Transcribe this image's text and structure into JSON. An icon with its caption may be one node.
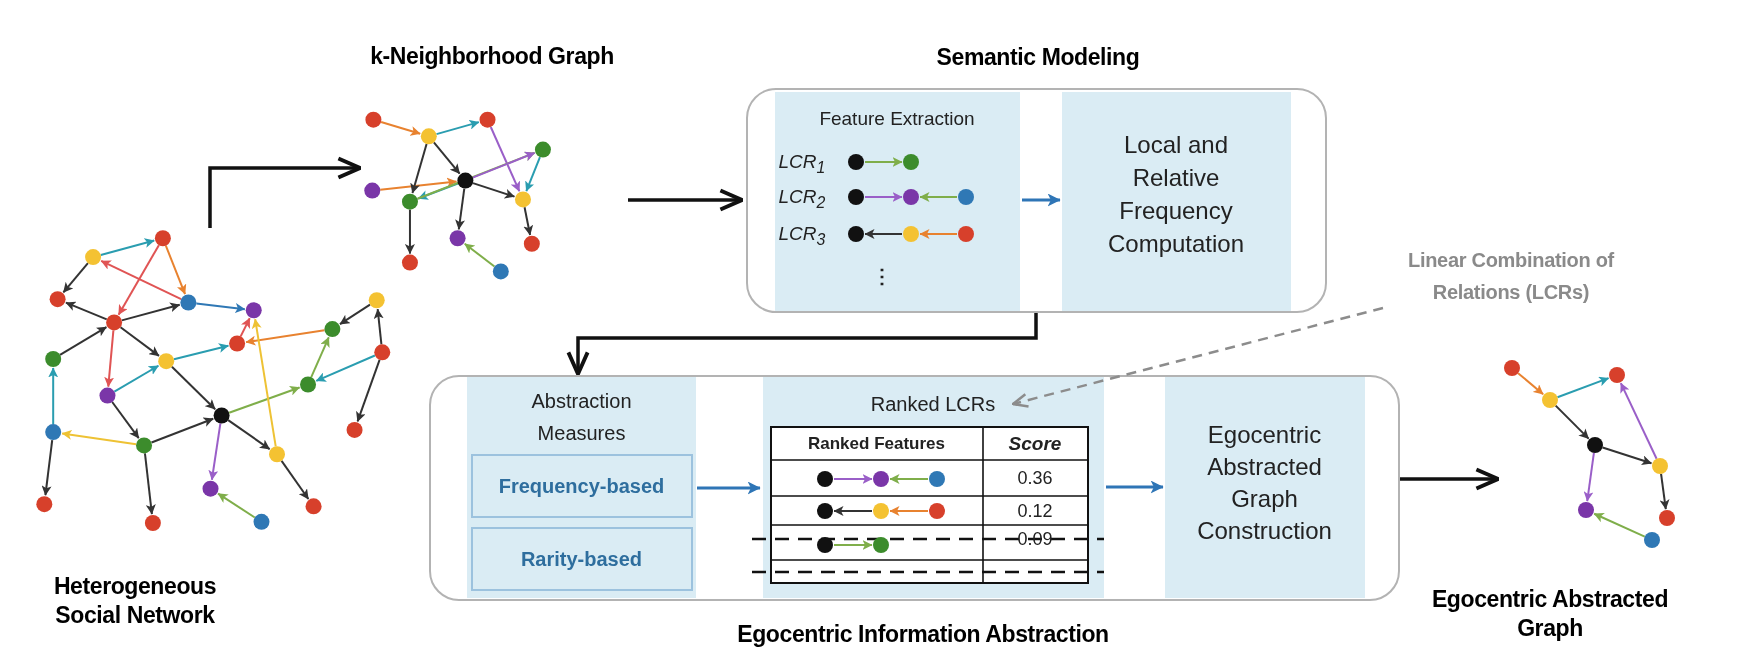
{
  "diagram": {
    "nodes": [
      {
        "text": [],
        "shape": "picture",
        "beside": [
          "Heterogeneous Social Network"
        ]
      },
      {
        "text": [],
        "shape": "picture",
        "beside": [
          "k-Neighborhood Graph"
        ]
      },
      {
        "text": [
          "Semantic Modeling"
        ]
      },
      {
        "text": [
          "Feature Extraction",
          "LCR$_{1}$",
          "LCR$_{2}$",
          "LCR$_{3}$",
          "⋮"
        ],
        "in": 2
      },
      {
        "text": [
          "Local and Relative Frequency Computation"
        ],
        "in": 2
      },
      {
        "text": [
          "Egocentric Information Abstraction"
        ]
      },
      {
        "text": [
          "Abstraction Measures"
        ],
        "in": 5
      },
      {
        "text": [
          "Frequency-based"
        ],
        "in": 6
      },
      {
        "text": [
          "Rarity-based"
        ],
        "in": 6
      },
      {
        "text": [
          "Ranked LCRs"
        ],
        "in": 5
      },
      {
        "text": [
          "Egocentric Abstracted Graph Construction"
        ],
        "in": 5
      },
      {
        "text": [],
        "shape": "picture",
        "beside": [
          "Egocentric Abstracted Graph"
        ]
      },
      {
        "text": [
          "Linear Combination of Relations (LCRs)"
        ]
      }
    ],
    "edges": [
      {
        "from": 0,
        "to": 1,
        "arrow": "to"
      },
      {
        "from": 1,
        "to": 2,
        "arrow": "to"
      },
      {
        "from": 3,
        "to": 4,
        "arrow": "to",
        "color": "#2e75b6"
      },
      {
        "from": 2,
        "to": 5,
        "arrow": "to"
      },
      {
        "from": 7,
        "to": 9,
        "arrow": "to",
        "color": "#2e75b6"
      },
      {
        "from": 9,
        "to": 10,
        "arrow": "to",
        "color": "#2e75b6"
      },
      {
        "from": 5,
        "to": 11,
        "arrow": "to"
      },
      {
        "from": 12,
        "to": 9,
        "arrow": "to",
        "style": "dashed",
        "color": "#8c8c8c"
      }
    ],
    "labels": [
      "Ranked Features",
      "Score",
      "0.36",
      "0.12",
      "0.09"
    ]
  }
}
